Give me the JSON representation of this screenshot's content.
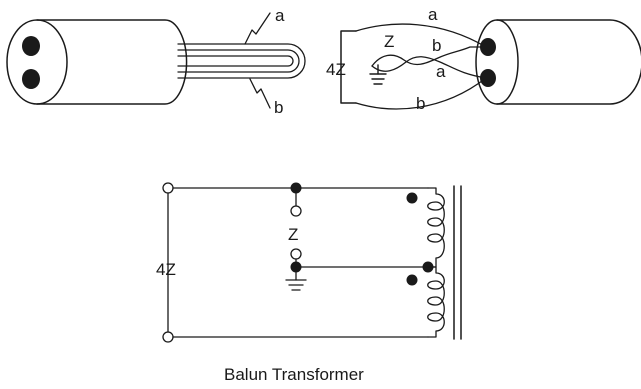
{
  "cable_labels": {
    "left_a": "a",
    "left_b": "b",
    "right_a_top": "a",
    "right_b_upper": "b",
    "right_a_lower": "a",
    "right_b_bottom": "b",
    "right_4z": "4Z",
    "right_z": "Z"
  },
  "schematic_labels": {
    "input_4z": "4Z",
    "output_z": "Z"
  },
  "caption": "Balun Transformer"
}
